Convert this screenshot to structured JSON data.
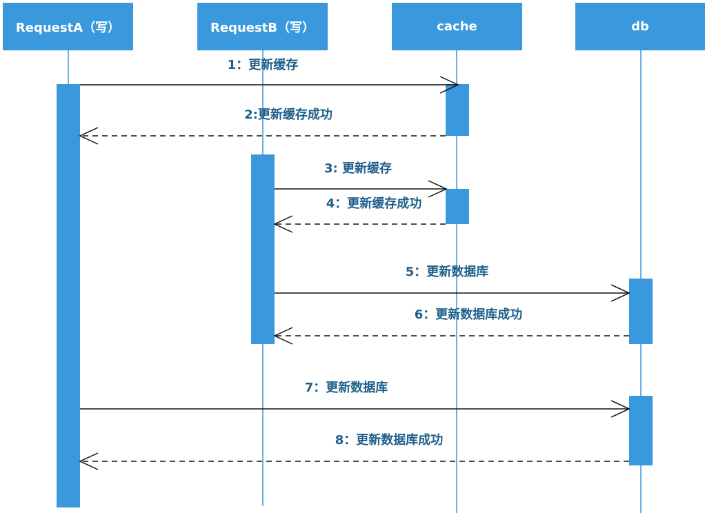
{
  "colors": {
    "participant_fill": "#3a99dc",
    "activation_fill": "#3a99dc",
    "lifeline": "#3a99dc",
    "label_text": "#1f5f8b",
    "arrow": "#111111"
  },
  "participants": [
    {
      "id": "requestA",
      "label": "RequestA（写）"
    },
    {
      "id": "requestB",
      "label": "RequestB（写）"
    },
    {
      "id": "cache",
      "label": "cache"
    },
    {
      "id": "db",
      "label": "db"
    }
  ],
  "messages": [
    {
      "seq": 1,
      "from": "requestA",
      "to": "cache",
      "kind": "call",
      "label": "1：更新缓存"
    },
    {
      "seq": 2,
      "from": "cache",
      "to": "requestA",
      "kind": "return",
      "label": "2:更新缓存成功"
    },
    {
      "seq": 3,
      "from": "requestB",
      "to": "cache",
      "kind": "call",
      "label": "3: 更新缓存"
    },
    {
      "seq": 4,
      "from": "cache",
      "to": "requestB",
      "kind": "return",
      "label": "4：更新缓存成功"
    },
    {
      "seq": 5,
      "from": "requestB",
      "to": "db",
      "kind": "call",
      "label": "5：更新数据库"
    },
    {
      "seq": 6,
      "from": "db",
      "to": "requestB",
      "kind": "return",
      "label": "6：更新数据库成功"
    },
    {
      "seq": 7,
      "from": "requestA",
      "to": "db",
      "kind": "call",
      "label": "7：更新数据库"
    },
    {
      "seq": 8,
      "from": "db",
      "to": "requestA",
      "kind": "return",
      "label": "8：更新数据库成功"
    }
  ]
}
